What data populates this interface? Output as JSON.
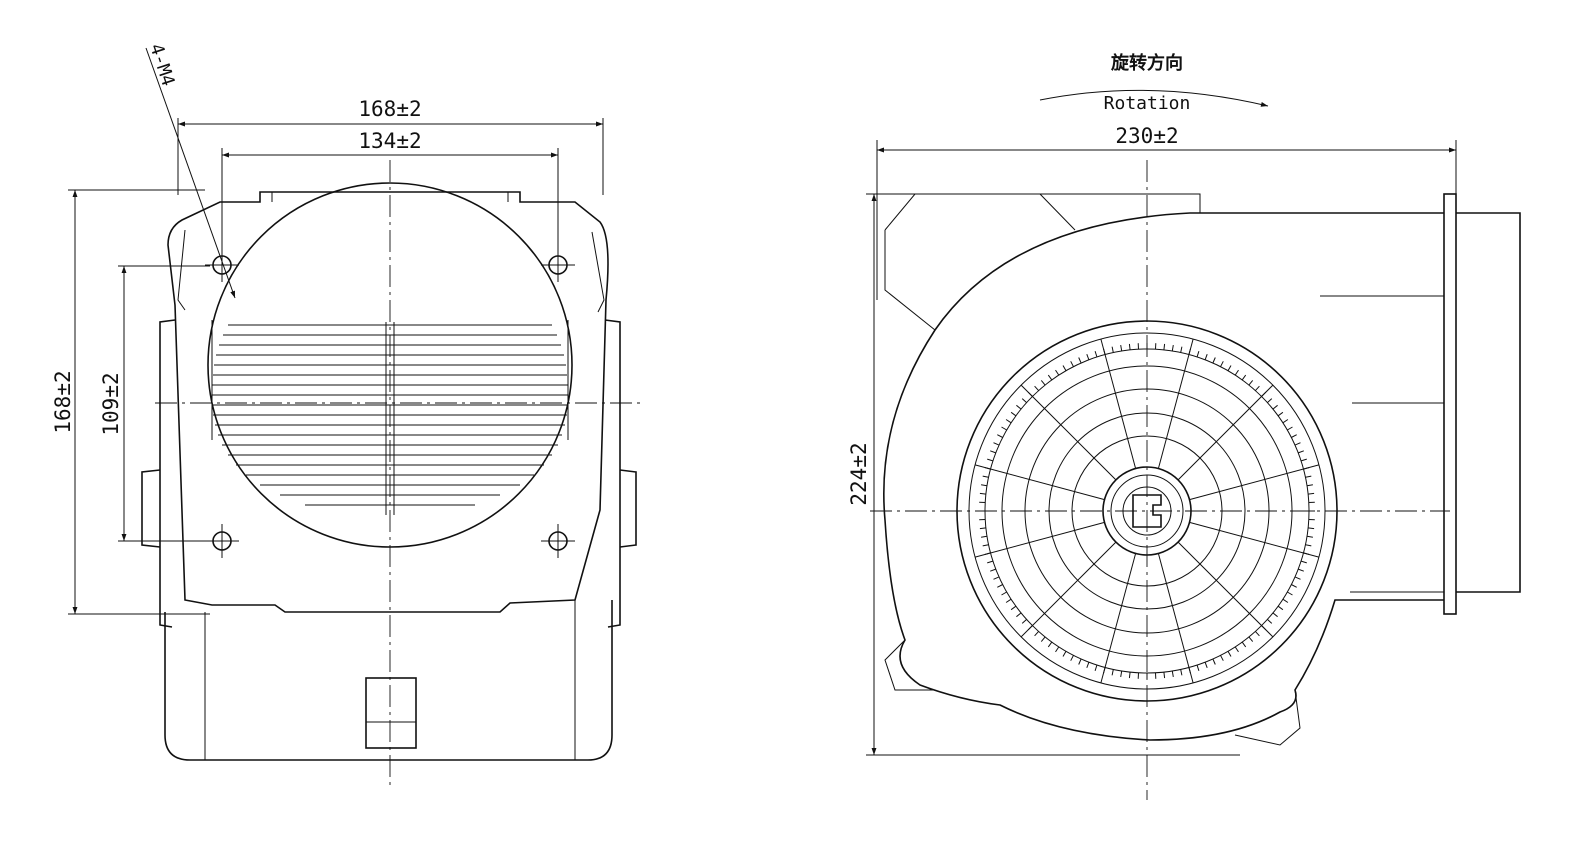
{
  "front_view": {
    "hole_label": "4-M4",
    "overall_width": "168±2",
    "hole_spacing_width": "134±2",
    "overall_height": "168±2",
    "hole_spacing_height": "109±2"
  },
  "side_view": {
    "rotation_label_cn": "旋转方向",
    "rotation_label_en": "Rotation",
    "overall_width": "230±2",
    "overall_height": "224±2"
  }
}
